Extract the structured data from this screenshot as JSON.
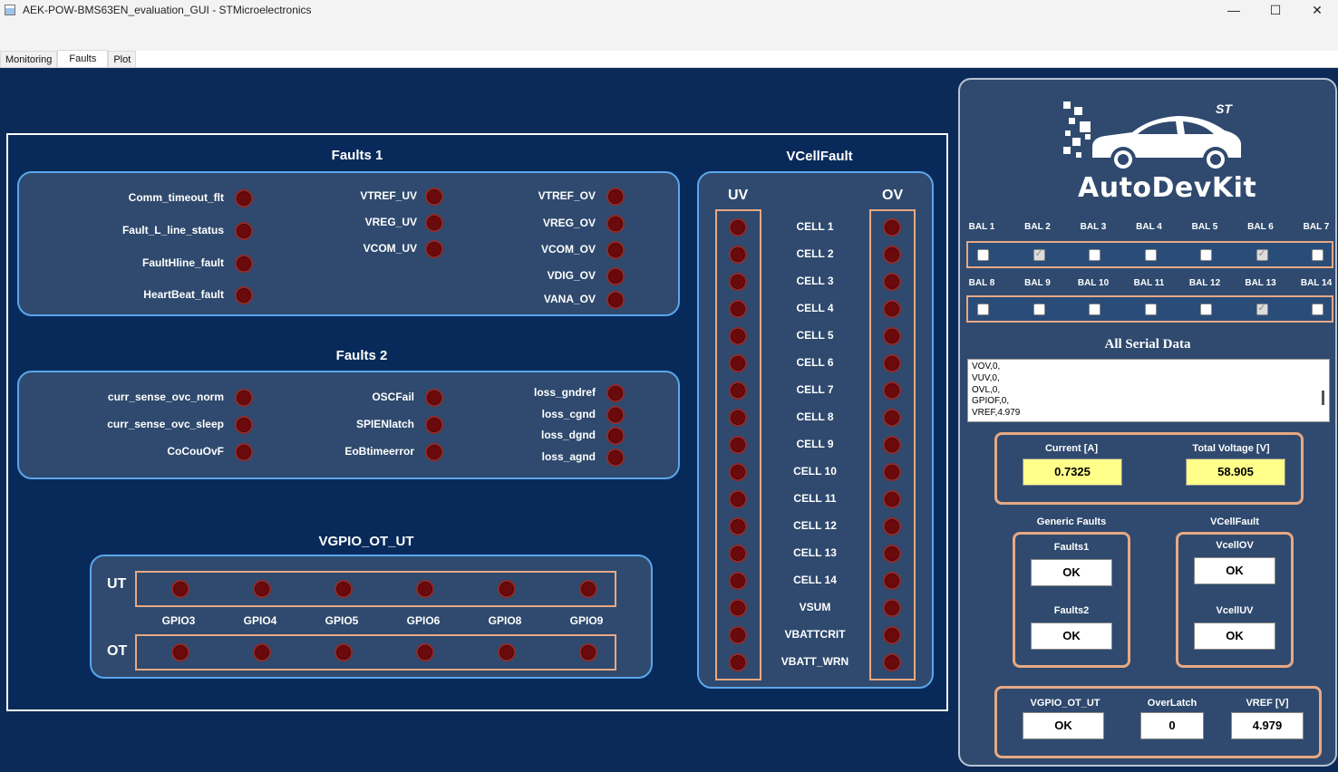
{
  "window": {
    "title": "AEK-POW-BMS63EN_evaluation_GUI - STMicroelectronics",
    "minimize": "—",
    "maximize": "☐",
    "close": "✕"
  },
  "tabs": [
    {
      "label": "Monitoring"
    },
    {
      "label": "Faults"
    },
    {
      "label": "Plot"
    }
  ],
  "faults1": {
    "title": "Faults 1",
    "col1": [
      "Comm_timeout_flt",
      "Fault_L_line_status",
      "FaultHline_fault",
      "HeartBeat_fault"
    ],
    "col2": [
      "VTREF_UV",
      "VREG_UV",
      "VCOM_UV"
    ],
    "col3": [
      "VTREF_OV",
      "VREG_OV",
      "VCOM_OV",
      "VDIG_OV",
      "VANA_OV"
    ]
  },
  "faults2": {
    "title": "Faults 2",
    "col1": [
      "curr_sense_ovc_norm",
      "curr_sense_ovc_sleep",
      "CoCouOvF"
    ],
    "col2": [
      "OSCFail",
      "SPIENlatch",
      "EoBtimeerror"
    ],
    "col3": [
      "loss_gndref",
      "loss_cgnd",
      "loss_dgnd",
      "loss_agnd"
    ]
  },
  "vgpio": {
    "title": "VGPIO_OT_UT",
    "ut_label": "UT",
    "ot_label": "OT",
    "gpios": [
      "GPIO3",
      "GPIO4",
      "GPIO5",
      "GPIO6",
      "GPIO8",
      "GPIO9"
    ]
  },
  "vcellfault": {
    "title": "VCellFault",
    "uv_label": "UV",
    "ov_label": "OV",
    "cells": [
      "CELL 1",
      "CELL 2",
      "CELL 3",
      "CELL 4",
      "CELL 5",
      "CELL 6",
      "CELL 7",
      "CELL 8",
      "CELL 9",
      "CELL 10",
      "CELL 11",
      "CELL 12",
      "CELL 13",
      "CELL 14",
      "VSUM",
      "VBATTCRIT",
      "VBATT_WRN"
    ]
  },
  "logo": {
    "brand": "AutoDevKit",
    "st": "ST"
  },
  "balancing": {
    "row1": [
      {
        "label": "BAL 1",
        "checked": false
      },
      {
        "label": "BAL 2",
        "checked": true
      },
      {
        "label": "BAL 3",
        "checked": false
      },
      {
        "label": "BAL 4",
        "checked": false
      },
      {
        "label": "BAL 5",
        "checked": false
      },
      {
        "label": "BAL 6",
        "checked": true
      },
      {
        "label": "BAL 7",
        "checked": false
      }
    ],
    "row2": [
      {
        "label": "BAL 8",
        "checked": false
      },
      {
        "label": "BAL 9",
        "checked": false
      },
      {
        "label": "BAL 10",
        "checked": false
      },
      {
        "label": "BAL 11",
        "checked": false
      },
      {
        "label": "BAL 12",
        "checked": false
      },
      {
        "label": "BAL 13",
        "checked": true
      },
      {
        "label": "BAL 14",
        "checked": false
      }
    ]
  },
  "serial": {
    "title": "All Serial Data",
    "lines": [
      "VOV,0,",
      "VUV,0,",
      "OVL,0,",
      "GPIOF,0,",
      "VREF,4.979"
    ]
  },
  "measurements": {
    "current_label": "Current [A]",
    "current_value": "0.7325",
    "voltage_label": "Total Voltage [V]",
    "voltage_value": "58.905"
  },
  "generic_faults": {
    "title": "Generic Faults",
    "faults1_label": "Faults1",
    "faults1_value": "OK",
    "faults2_label": "Faults2",
    "faults2_value": "OK"
  },
  "vcell_summary": {
    "title": "VCellFault",
    "ov_label": "VcellOV",
    "ov_value": "OK",
    "uv_label": "VcellUV",
    "uv_value": "OK"
  },
  "bottom_status": {
    "vgpio_label": "VGPIO_OT_UT",
    "vgpio_value": "OK",
    "overlatch_label": "OverLatch",
    "overlatch_value": "0",
    "vref_label": "VREF [V]",
    "vref_value": "4.979"
  },
  "colors": {
    "background": "#0b2a58",
    "panel": "#2f4a6e",
    "panel_border": "#5aa6ec",
    "accent_border": "#e8a883",
    "led_off": "#6b0a0c",
    "value_highlight": "#ffff8a"
  }
}
